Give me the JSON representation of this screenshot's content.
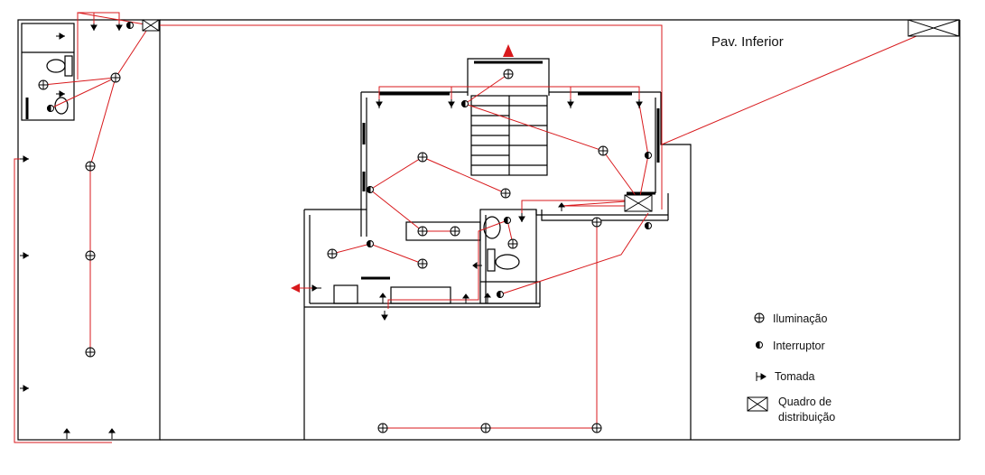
{
  "title": "Pav. Inferior",
  "legend": {
    "light": "Iluminação",
    "switch": "Interruptor",
    "outlet": "Tomada",
    "panel_line1": "Quadro de",
    "panel_line2": "distribuição"
  },
  "colors": {
    "wire": "#d8191c",
    "wall": "#000000",
    "background": "#ffffff"
  },
  "symbols": [
    "light-icon",
    "switch-icon",
    "outlet-icon",
    "panel-icon",
    "arrow-icon"
  ]
}
